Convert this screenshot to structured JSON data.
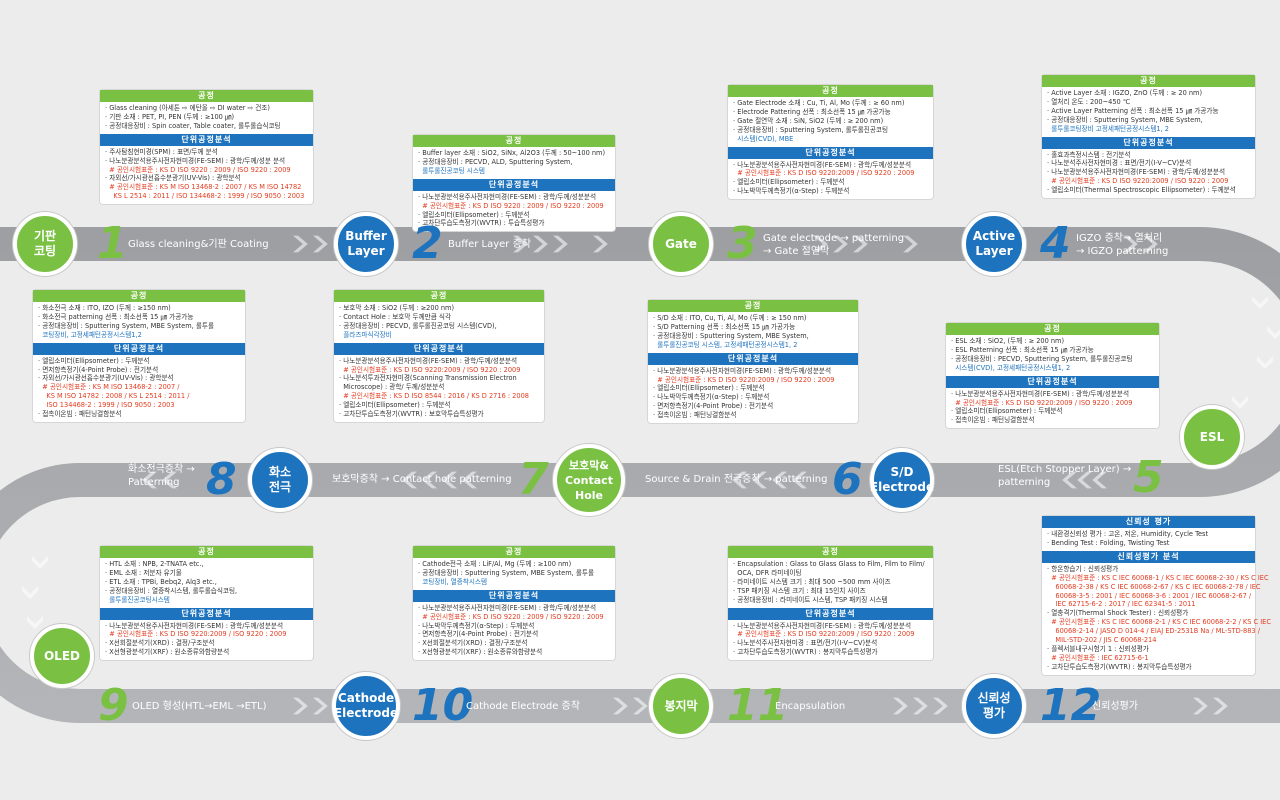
{
  "labels": {
    "process": "공정",
    "unit_analysis": "단위공정분석",
    "reliability": "신뢰성 평가",
    "reliability_analysis": "신뢰성평가 분석"
  },
  "colors": {
    "green": "#7ac143",
    "blue": "#1e73be",
    "road": "#a7a9ac",
    "cert": "#e33b1f"
  },
  "steps": [
    {
      "id": "1",
      "name": "기판\n코팅",
      "color": "green",
      "desc": "Glass cleaning&기판 Coating"
    },
    {
      "id": "2",
      "name": "Buffer\nLayer",
      "color": "blue",
      "desc": "Buffer Layer 증착"
    },
    {
      "id": "3",
      "name": "Gate",
      "color": "green",
      "desc": "Gate electrode → patterning\n→ Gate 절연막"
    },
    {
      "id": "4",
      "name": "Active\nLayer",
      "color": "blue",
      "desc": "IGZO 증착→ 열처리\n→ IGZO patterning"
    },
    {
      "id": "5",
      "name": "ESL",
      "color": "green",
      "desc": "ESL(Etch Stopper Layer) →\npatterning"
    },
    {
      "id": "6",
      "name": "S/D\nElectrode",
      "color": "blue",
      "desc": "Source & Drain 전극증착 → patterning"
    },
    {
      "id": "7",
      "name": "보호막&\nContact\nHole",
      "color": "green",
      "desc": "보호막증착 → Contact hole patterning"
    },
    {
      "id": "8",
      "name": "화소\n전극",
      "color": "blue",
      "desc": "화소전극증착 →\nPatterning"
    },
    {
      "id": "9",
      "name": "OLED",
      "color": "green",
      "desc": "OLED 형성(HTL→EML →ETL)"
    },
    {
      "id": "10",
      "name": "Cathode\nElectrode",
      "color": "blue",
      "desc": "Cathode Electrode 증착"
    },
    {
      "id": "11",
      "name": "봉지막",
      "color": "green",
      "desc": "Encapsulation"
    },
    {
      "id": "12",
      "name": "신뢰성\n평가",
      "color": "blue",
      "desc": "신뢰성평가"
    }
  ],
  "cards": [
    {
      "step": "1",
      "process": [
        {
          "t": "· Glass cleaning (아세톤 ⇨ 에탄올 ⇨ DI water ⇨ 건조)"
        },
        {
          "t": "· 기판 소재 : PET, PI, PEN (두께 : ≥100 ㎛)"
        },
        {
          "t": "· 공정대응장비 : Spin coater, Table coater, 롤투롤습식코팅"
        }
      ],
      "analysis": [
        {
          "t": "· 주사탐침현미경(SPM) : 표면/두께 분석"
        },
        {
          "t": "· 나노분광분석용주사전자현미경(FE-SEM) : 광학/두께/성분 분석"
        },
        {
          "t": "  # 공인시험표준 : KS D ISO 9220 : 2009 / ISO 9220 : 2009",
          "c": "cert"
        },
        {
          "t": "· 자외선/가시광선흡수분광기(UV-Vis) : 광학분석"
        },
        {
          "t": "  # 공인시험표준 : KS M ISO 13468-2 : 2007 / KS M ISO 14782",
          "c": "cert"
        },
        {
          "t": "    KS L 2514 : 2011 / ISO 134468-2 : 1999 / ISO 9050 : 2003",
          "c": "cert"
        }
      ]
    },
    {
      "step": "2",
      "process": [
        {
          "t": "· Buffer layer 소재 : SiO2, SiNx, Al2O3 (두께 : 50~100 nm)"
        },
        {
          "t": "· 공정대응장비 : PECVD, ALD, Sputtering System,"
        },
        {
          "t": "  롤투롤진공코팅 시스템",
          "c": "equip"
        }
      ],
      "analysis": [
        {
          "t": "· 나노분광분석용주사전자현미경(FE-SEM) : 광학/두께/성분분석"
        },
        {
          "t": "  # 공인시험표준 : KS D ISO 9220 : 2009 / ISO 9220 : 2009",
          "c": "cert"
        },
        {
          "t": "· 엘립소미터(Ellipsometer) : 두께분석"
        },
        {
          "t": "· 고차단투습도측정기(WVTR) : 투습특성평가"
        }
      ]
    },
    {
      "step": "3",
      "process": [
        {
          "t": "· Gate Electrode 소재 : Cu, Ti, Al, Mo (두께 : ≥ 60 nm)"
        },
        {
          "t": "· Electrode Pattering 선폭 : 최소선폭 15 ㎛ 가공가능"
        },
        {
          "t": "· Gate 절연막 소재 : SiN, SiO2 (두께 : ≥ 200 nm)"
        },
        {
          "t": "· 공정대응장비 : Sputtering System, 롤투롤진공코팅"
        },
        {
          "t": "  시스템(CVD), MBE",
          "c": "equip"
        }
      ],
      "analysis": [
        {
          "t": "· 나노분광분석용주사전자현미경(FE-SEM) : 광학/두께/성분분석"
        },
        {
          "t": "  # 공인시험표준 : KS D ISO 9220:2009 / ISO 9220 : 2009",
          "c": "cert"
        },
        {
          "t": "· 엘립소미터(Ellipsometer) : 두께분석"
        },
        {
          "t": "· 나노박막두께측정기(α-Step) : 두께분석"
        }
      ]
    },
    {
      "step": "4",
      "process": [
        {
          "t": "· Active Layer 소재 : IGZO, ZnO (두께 : ≥ 20 nm)"
        },
        {
          "t": "· 열처리 온도 : 200~450 ℃"
        },
        {
          "t": "· Active Layer Patterning 선폭 : 최소선폭 15 ㎛ 가공가능"
        },
        {
          "t": "· 공정대응장비 : Sputtering System, MBE System,"
        },
        {
          "t": "  롤투롤코팅장비 고정세패턴공정시스템1, 2",
          "c": "equip"
        }
      ],
      "analysis": [
        {
          "t": "· 홀효과측정시스템 : 전기분석"
        },
        {
          "t": "· 나노분석주사전자현미경 : 표면/전기(I-V~CV)분석"
        },
        {
          "t": "· 나노분광분석용주사전자현미경(FE-SEM) : 광학/두께/성분분석"
        },
        {
          "t": "  # 공인시험표준 : KS D ISO 9220:2009 / ISO 9220 : 2009",
          "c": "cert"
        },
        {
          "t": "· 엘립소미터(Thermal Spectroscopic Ellipsometer) : 두께분석"
        }
      ]
    },
    {
      "step": "5",
      "process": [
        {
          "t": "· ESL 소재 : SiO2, (두께 : ≥ 200 nm)"
        },
        {
          "t": "· ESL Patterning 선폭 : 최소선폭 15 ㎛ 가공가능"
        },
        {
          "t": "· 공정대응장비 : PECVD, Sputtering System, 롤투롤진공코팅"
        },
        {
          "t": "  시스템(CVD), 고정세패턴공정시스템1, 2",
          "c": "equip"
        }
      ],
      "analysis": [
        {
          "t": "· 나노분광분석용주사전자현미경(FE-SEM) : 광학/두께/성분분석"
        },
        {
          "t": "  # 공인시험표준 : KS D ISO 9220:2009 / ISO 9220 : 2009",
          "c": "cert"
        },
        {
          "t": "· 엘립소미터(Ellipsometer) : 두께분석"
        },
        {
          "t": "· 접촉이온빔 : 패턴닝결함분석"
        }
      ]
    },
    {
      "step": "6",
      "process": [
        {
          "t": "· S/D 소재 : ITO, Cu, Ti, Al, Mo (두께 : ≥ 150 nm)"
        },
        {
          "t": "· S/D Patterning 선폭 : 최소선폭 15 ㎛ 가공가능"
        },
        {
          "t": "· 공정대응장비 : Sputtering System, MBE System,"
        },
        {
          "t": "  롤투롤진공코팅 시스템, 고정세패턴공정시스템1, 2",
          "c": "equip"
        }
      ],
      "analysis": [
        {
          "t": "· 나노분광분석용주사전자현미경(FE-SEM) : 광학/두께/성분분석"
        },
        {
          "t": "  # 공인시험표준 : KS D ISO 9220:2009 / ISO 9220 : 2009",
          "c": "cert"
        },
        {
          "t": "· 엘립소미터(Ellipsometer) : 두께분석"
        },
        {
          "t": "· 나노박막두께측정기(α-Step) : 두께분석"
        },
        {
          "t": "· 면저항측정기(4-Point Probe) : 전기분석"
        },
        {
          "t": "· 접촉이온빔 : 패턴닝결함분석"
        }
      ]
    },
    {
      "step": "7",
      "process": [
        {
          "t": "· 보호막 소재 : SiO2 (두께 : ≥200 nm)"
        },
        {
          "t": "· Contact Hole : 보호막 두께만큼 식각"
        },
        {
          "t": "· 공정대응장비 : PECVD, 롤투롤진공코팅 시스템(CVD),"
        },
        {
          "t": "  플라즈마식각장비",
          "c": "equip"
        }
      ],
      "analysis": [
        {
          "t": "· 나노분광분석용주사전자현미경(FE-SEM) : 광학/두께/성분분석"
        },
        {
          "t": "  # 공인시험표준 : KS D ISO 9220:2009 / ISO 9220 : 2009",
          "c": "cert"
        },
        {
          "t": "· 나노분석투과전자현미경(Scanning Transmission Electron"
        },
        {
          "t": "  Microscope) : 광학/ 두께/성분분석"
        },
        {
          "t": "  # 공인시험표준 : KS D ISO 8544 : 2016 / KS D 2716 : 2008",
          "c": "cert"
        },
        {
          "t": "· 엘립소미터(Ellipsometer) : 두께분석"
        },
        {
          "t": "· 고차단투습도측정기(WVTR) : 보호막투습특성평가"
        }
      ]
    },
    {
      "step": "8",
      "process": [
        {
          "t": "· 화소전극 소재 : ITO, IZO (두께 : ≥150 nm)"
        },
        {
          "t": "· 화소전극 patterning 선폭 : 최소선폭 15 ㎛ 가공가능"
        },
        {
          "t": "· 공정대응장비 : Sputtering System, MBE System, 롤투롤"
        },
        {
          "t": "  코팅장비, 고정세패턴공정시스템1,2",
          "c": "equip"
        }
      ],
      "analysis": [
        {
          "t": "· 엘립소미터(Ellipsometer) : 두께분석"
        },
        {
          "t": "· 면저항측정기(4-Point Probe) : 전기분석"
        },
        {
          "t": "· 자외선/가시광선흡수분광기(UV-Vis) : 광학분석"
        },
        {
          "t": "  # 공인시험표준 : KS M ISO 13468-2 : 2007 /",
          "c": "cert"
        },
        {
          "t": "    KS M ISO 14782 : 2008 / KS L 2514 : 2011 /",
          "c": "cert"
        },
        {
          "t": "    ISO 134468-2 : 1999 / ISO 9050 : 2003",
          "c": "cert"
        },
        {
          "t": "· 접촉이온빔 : 패턴닝결함분석"
        }
      ]
    },
    {
      "step": "9",
      "process": [
        {
          "t": "· HTL 소재 : NPB, 2-TNATA etc.,"
        },
        {
          "t": "· EML 소재 : 저분자 유기물"
        },
        {
          "t": "· ETL 소재 : TPBi, Bebq2, Alq3 etc.,"
        },
        {
          "t": "· 공정대응장비 : 열증착시스템, 롤투롤습식코팅,"
        },
        {
          "t": "  롤투롤진공코팅시스템",
          "c": "equip"
        }
      ],
      "analysis": [
        {
          "t": "· 나노분광분석용주사전자현미경(FE-SEM) : 광학/두께/성분분석"
        },
        {
          "t": "  # 공인시험표준 : KS D ISO 9220:2009 / ISO 9220 : 2009",
          "c": "cert"
        },
        {
          "t": "· X선회절분석기(XRD) : 결정/구조분석"
        },
        {
          "t": "· X선형광분석기(XRF) : 원소종류와함량분석"
        }
      ]
    },
    {
      "step": "10",
      "process": [
        {
          "t": "· Cathode전극 소재 : LiF/Al, Mg (두께 : ≥100 nm)"
        },
        {
          "t": "· 공정대응장비 : Sputtering System, MBE System, 롤투롤"
        },
        {
          "t": "  코팅장비, 열증착시스템",
          "c": "equip"
        }
      ],
      "analysis": [
        {
          "t": "· 나노분광분석용주사전자현미경(FE-SEM) : 광학/두께/성분분석"
        },
        {
          "t": "  # 공인시험표준 : KS D ISO 9220 : 2009 / ISO 9220 : 2009",
          "c": "cert"
        },
        {
          "t": "· 나노박막두께측정기(α-Step) : 두께분석"
        },
        {
          "t": "· 면저항측정기(4-Point Probe) : 전기분석"
        },
        {
          "t": "· X선회절분석기(XRD) : 결정/구조분석"
        },
        {
          "t": "· X선형광분석기(XRF) : 원소종류와함량분석"
        }
      ]
    },
    {
      "step": "11",
      "process": [
        {
          "t": "· Encapsulation : Glass to Glass Glass to Film, Film to Film/"
        },
        {
          "t": "  OCA, DFR 라미네이팅"
        },
        {
          "t": "· 라미네이트 시스템 크기 : 최대 500 ~500 mm 사이즈"
        },
        {
          "t": "· TSP 패키징 시스템 크기 : 최대 15인치 사이즈"
        },
        {
          "t": "· 공정대응장비 : 라미네이트 시스템, TSP 패키징 시스템"
        }
      ],
      "analysis": [
        {
          "t": "· 나노분광분석용주사전자현미경(FE-SEM) : 광학/두께/성분분석"
        },
        {
          "t": "  # 공인시험표준 : KS D ISO 9220:2009 / ISO 9220 : 2009",
          "c": "cert"
        },
        {
          "t": "· 나노분석주사전자현미경 : 표면/전기(I-V~CV)분석"
        },
        {
          "t": "· 고차단투습도측정기(WVTR) : 봉지막투습특성평가"
        }
      ]
    },
    {
      "step": "12",
      "process": [
        {
          "t": "· 내환경신뢰성 평가 : 고온, 저온, Humidity, Cycle Test"
        },
        {
          "t": "· Bending Test : Folding, Twisting Test"
        }
      ],
      "analysis": [
        {
          "t": "· 항온항습기 : 신뢰성평가"
        },
        {
          "t": "  # 공인시험표준 : KS C IEC 60068-1 / KS C IEC 60068-2-30 / KS C IEC",
          "c": "cert"
        },
        {
          "t": "    60068-2-38 / KS C IEC 60068-2-67 / KS C IEC 60068-2-78 / IEC",
          "c": "cert"
        },
        {
          "t": "    60068-3-5 : 2001 / IEC 60068-3-6 : 2001 / IEC 60068-2-67 /",
          "c": "cert"
        },
        {
          "t": "    IEC 62715-6-2 : 2017 / IEC 62341-5 : 2011",
          "c": "cert"
        },
        {
          "t": "· 열충격기(Thermal Shock Tester) : 신뢰성평가"
        },
        {
          "t": "  # 공인시험표준 : KS C IEC 60068-2-1 / KS C IEC 60068-2-2 / KS C IEC",
          "c": "cert"
        },
        {
          "t": "    60068-2-14 / JASO D 014-4 / EIAJ ED-2531B Na / ML-STD-883 /",
          "c": "cert"
        },
        {
          "t": "    MIL-STD-202 / JIS C 60068-214",
          "c": "cert"
        },
        {
          "t": "· 플렉서블내구시험기 1 : 신뢰성평가"
        },
        {
          "t": "  # 공인시험표준 : IEC 62715-6-1",
          "c": "cert"
        },
        {
          "t": "· 고차단투습도측정기(WVTR) : 봉지막투습특성평가"
        }
      ]
    }
  ]
}
